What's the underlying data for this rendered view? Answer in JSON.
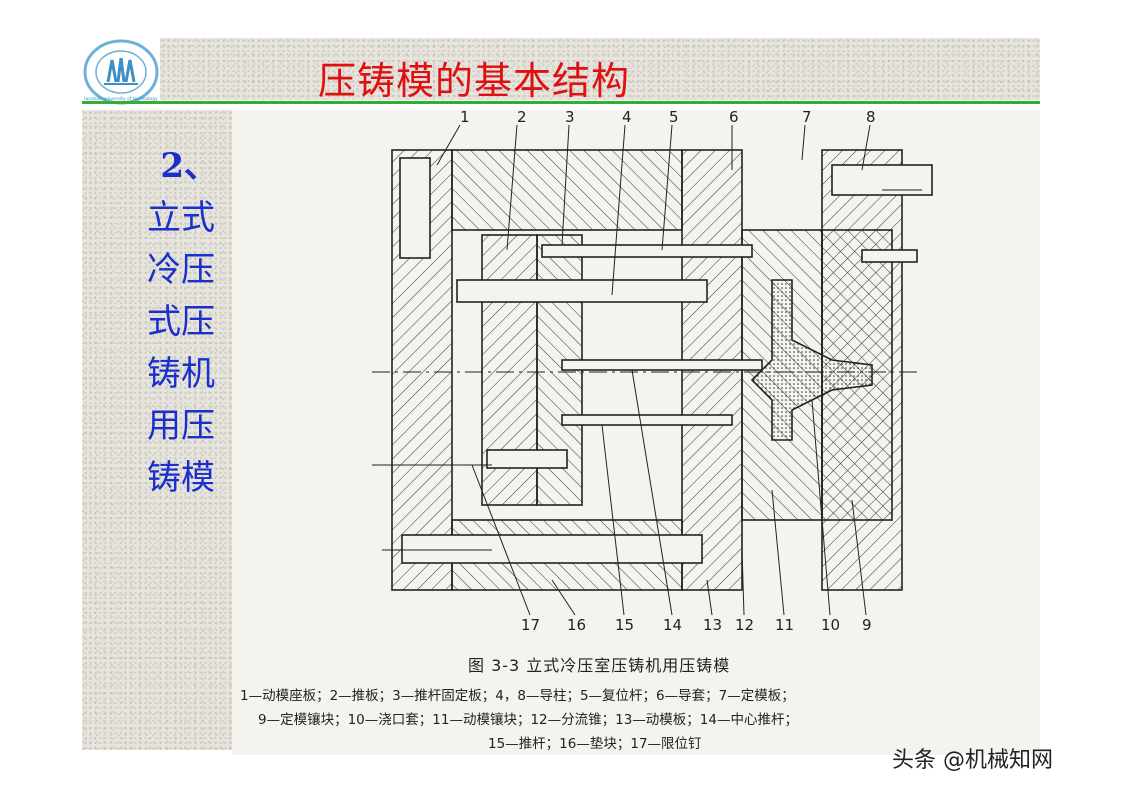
{
  "header": {
    "title": "压铸模的基本结构",
    "logo_label": "lanzhou university of technology"
  },
  "side_heading": {
    "number": "2、",
    "lines": [
      "立式",
      "冷压",
      "式压",
      "铸机",
      "用压",
      "铸模"
    ]
  },
  "figure": {
    "callouts_top": [
      "1",
      "2",
      "3",
      "4",
      "5",
      "6",
      "7",
      "8"
    ],
    "callouts_bottom": [
      "17",
      "16",
      "15",
      "14",
      "13",
      "12",
      "11",
      "10",
      "9"
    ],
    "caption": "图 3-3    立式冷压室压铸机用压铸模",
    "legend_lines": [
      "1—动模座板；2—推板；3—推杆固定板；4，8—导柱；5—复位杆；6—导套；7—定模板；",
      "9—定模镶块；10—浇口套；11—动模镶块；12—分流锥；13—动模板；14—中心推杆；",
      "15—推杆；16—垫块；17—限位钉"
    ]
  },
  "watermark": "头条 @机械知网",
  "colors": {
    "title": "#e01010",
    "side_heading": "#1a2fcc",
    "header_rule": "#2fb02f"
  }
}
